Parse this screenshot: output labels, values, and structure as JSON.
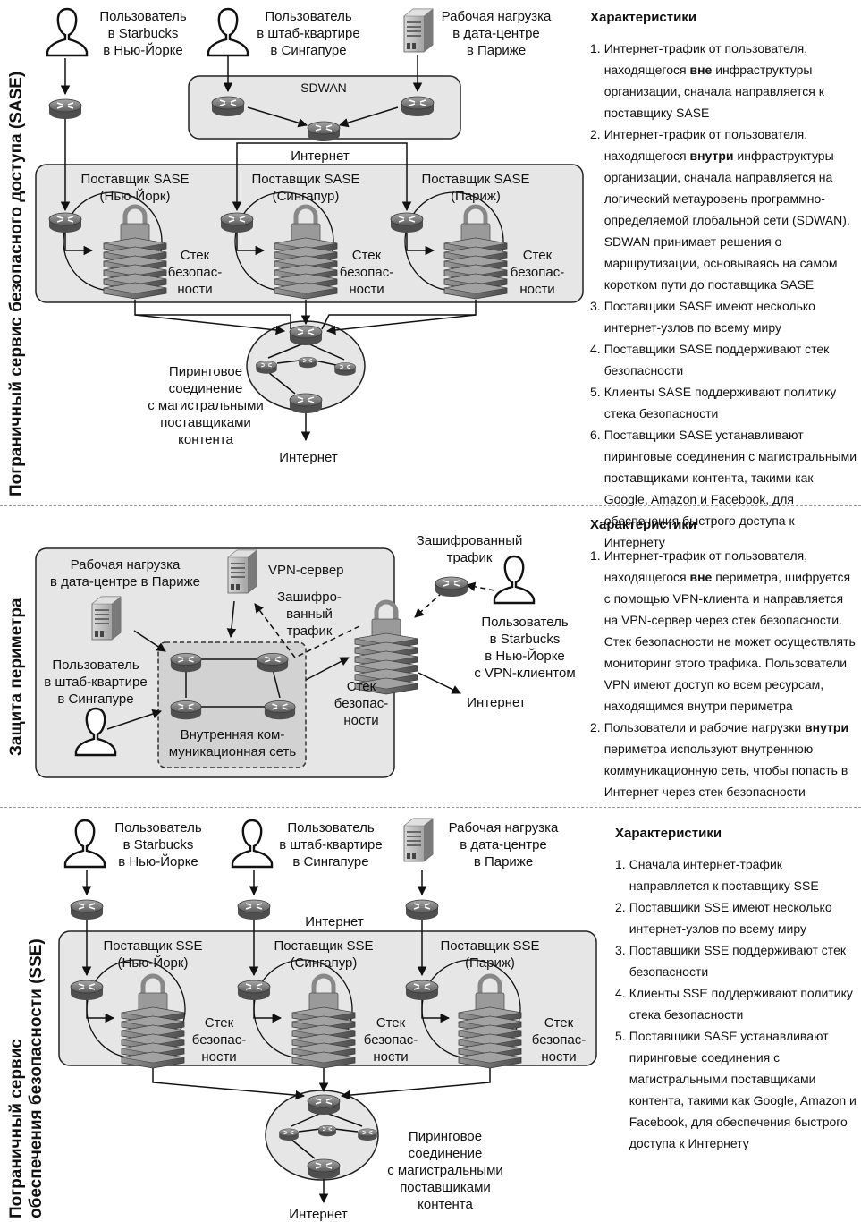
{
  "sections": {
    "sase": {
      "side_title": "Пограничный сервис безопасного доступа (SASE)",
      "users": [
        "Пользователь\nв Starbucks\nв Нью-Йорке",
        "Пользователь\nв штаб-квартире\nв Сингапуре",
        "Рабочая нагрузка\nв дата-центре\nв Париже"
      ],
      "sdwan_label": "SDWAN",
      "internet_label": "Интернет",
      "providers": [
        "Поставщик SASE\n(Нью-Йорк)",
        "Поставщик SASE\n(Сингапур)",
        "Поставщик SASE\n(Париж)"
      ],
      "stack_label": "Стек\nбезопас-\nности",
      "peering_label": "Пиринговое\nсоединение\nс магистральными\nпоставщиками\nконтента",
      "internet_bottom": "Интернет",
      "characteristics": {
        "heading": "Характеристики",
        "items": [
          {
            "num": "1.",
            "html": "Интернет-трафик от пользователя, находящегося <b>вне</b> инфраструктуры организации, сначала направляется к поставщику SASE"
          },
          {
            "num": "2.",
            "html": "Интернет-трафик от пользователя, находящегося <b>внутри</b> инфраструктуры организации, сначала направляется на логический метауровень программно-определяемой глобальной сети (SDWAN). SDWAN принимает решения о маршрутизации, основываясь на самом коротком пути до поставщика SASE"
          },
          {
            "num": "3.",
            "html": "Поставщики SASE имеют несколько интернет-узлов по всему миру"
          },
          {
            "num": "4.",
            "html": "Поставщики SASE поддерживают стек безопасности"
          },
          {
            "num": "5.",
            "html": "Клиенты SASE поддерживают политику стека безопасности"
          },
          {
            "num": "6.",
            "html": "Поставщики SASE устанавливают пиринговые соединения с магистральными поставщиками контента, такими как Google, Amazon и Facebook, для обеспечения быстрого доступа к Интернету"
          }
        ]
      }
    },
    "perimeter": {
      "side_title": "Защита периметра",
      "workload": "Рабочая нагрузка\nв дата-центре в Париже",
      "vpn_server": "VPN-сервер",
      "user_hq": "Пользователь\nв штаб-квартире\nв Сингапуре",
      "internal_net": "Внутренняя ком-\nмуникационная сеть",
      "encrypted_traffic_inner": "Зашифро-\nванный\nтрафик",
      "encrypted_traffic_outer": "Зашифрованный\nтрафик",
      "stack_label": "Стек\nбезопас-\nности",
      "remote_user": "Пользователь\nв Starbucks\nв Нью-Йорке\nс VPN-клиентом",
      "internet_label": "Интернет",
      "characteristics": {
        "heading": "Характеристики",
        "items": [
          {
            "num": "1.",
            "html": "Интернет-трафик от пользователя, находящегося <b>вне</b> периметра, шифруется с помощью VPN-клиента и направляется на VPN-сервер через стек безопасности. Стек безопасности не может осуществлять мониторинг этого трафика. Пользователи VPN имеют доступ ко всем ресурсам, находящимся внутри периметра"
          },
          {
            "num": "2.",
            "html": "Пользователи и рабочие нагрузки <b>внутри</b> периметра используют внутреннюю коммуникационную сеть, чтобы попасть в Интернет через стек безопасности"
          }
        ]
      }
    },
    "sse": {
      "side_title": "Пограничный сервис\nобеспечения безопасности (SSE)",
      "users": [
        "Пользователь\nв Starbucks\nв Нью-Йорке",
        "Пользователь\nв штаб-квартире\nв Сингапуре",
        "Рабочая нагрузка\nв дата-центре\nв Париже"
      ],
      "internet_label": "Интернет",
      "providers": [
        "Поставщик SSE\n(Нью-Йорк)",
        "Поставщик SSE\n(Сингапур)",
        "Поставщик SSE\n(Париж)"
      ],
      "stack_label": "Стек\nбезопас-\nности",
      "peering_label": "Пиринговое\nсоединение\nс магистральными\nпоставщиками\nконтента",
      "internet_bottom": "Интернет",
      "characteristics": {
        "heading": "Характеристики",
        "items": [
          {
            "num": "1.",
            "html": "Сначала интернет-трафик направляется к поставщику SSE"
          },
          {
            "num": "2.",
            "html": "Поставщики SSE имеют несколько интернет-узлов по всему миру"
          },
          {
            "num": "3.",
            "html": "Поставщики SSE поддерживают стек безопасности"
          },
          {
            "num": "4.",
            "html": "Клиенты SSE поддерживают политику стека безопасности"
          },
          {
            "num": "5.",
            "html": "Поставщики SASE устанавливают пиринговые соединения с магистральными поставщиками контента, такими как Google, Amazon и Facebook, для обеспечения быстрого доступа к Интернету"
          }
        ]
      }
    }
  },
  "colors": {
    "panel_bg": "#e6e6e6",
    "panel_border": "#222",
    "router": "#6b6b6b",
    "router_top": "#9a9a9a",
    "stack": "#7a7a7a",
    "divider": "#999999"
  }
}
